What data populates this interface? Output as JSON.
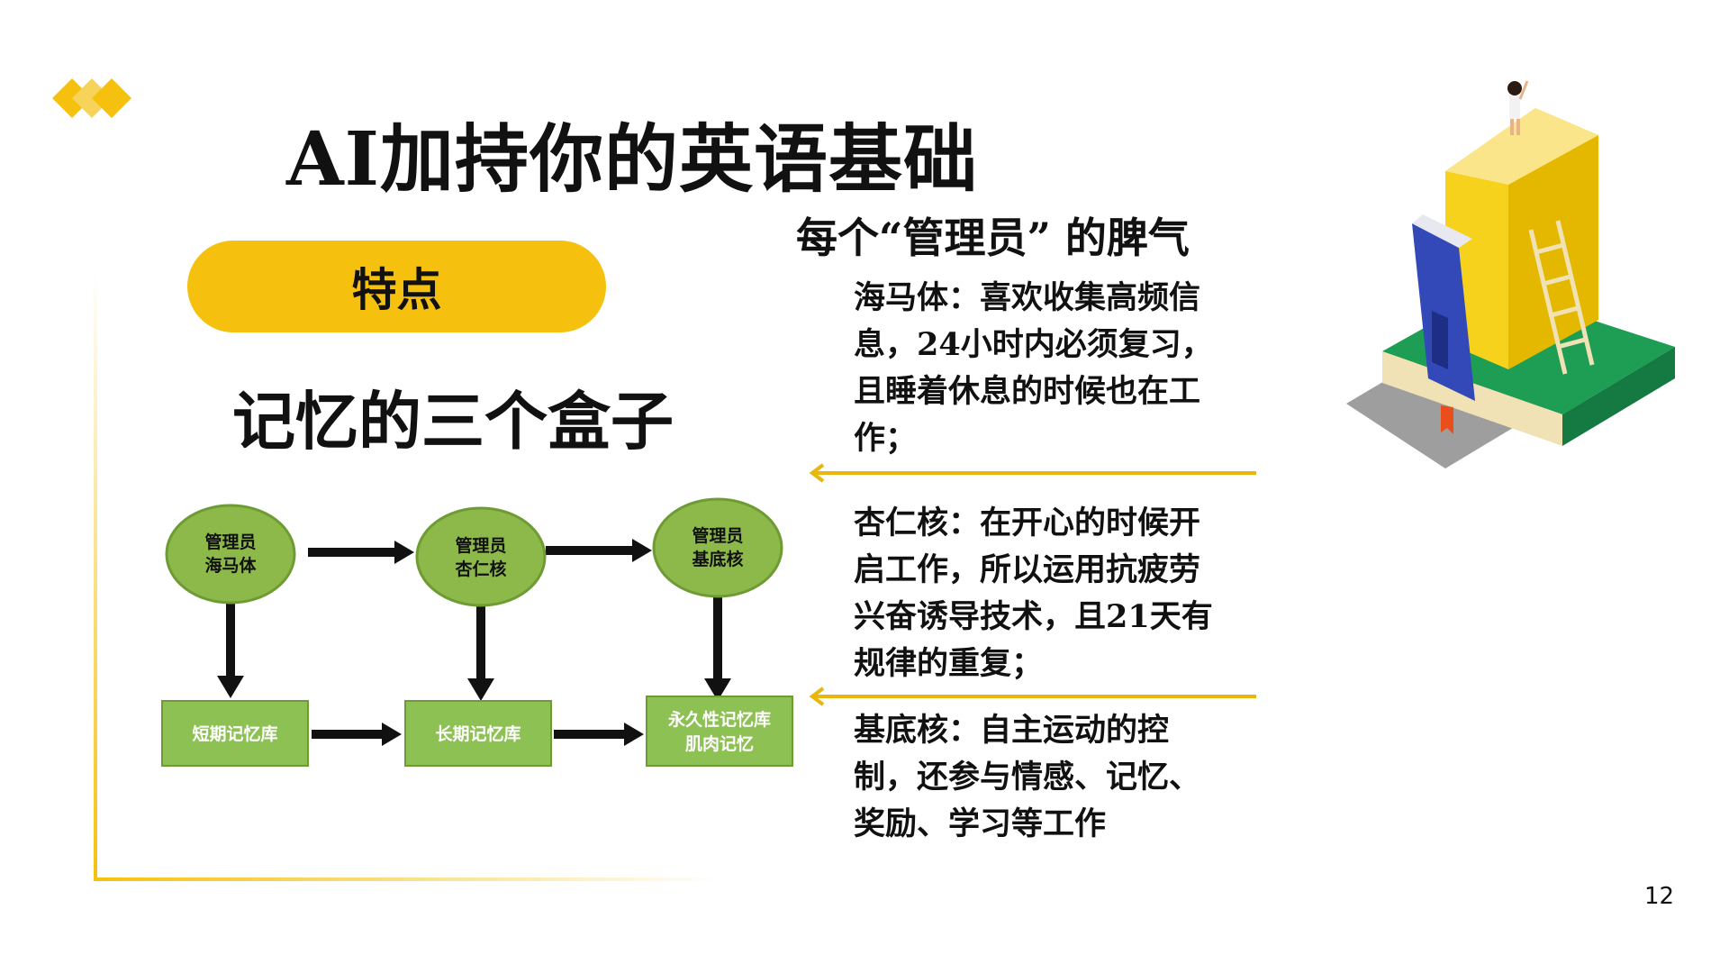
{
  "slide": {
    "title": "AI加持你的英语基础",
    "tag": "特点",
    "subtitle": "记忆的三个盒子",
    "page_number": "12"
  },
  "diagram": {
    "nodes": [
      {
        "line1": "管理员",
        "line2": "海马体"
      },
      {
        "line1": "管理员",
        "line2": "杏仁核"
      },
      {
        "line1": "管理员",
        "line2": "基底核"
      }
    ],
    "boxes": [
      {
        "line1": "短期记忆库",
        "line2": ""
      },
      {
        "line1": "长期记忆库",
        "line2": ""
      },
      {
        "line1": "永久性记忆库",
        "line2": "肌肉记忆"
      }
    ]
  },
  "right_panel": {
    "heading": "每个“管理员” 的脾气",
    "items": [
      {
        "text": "海马体：喜欢收集高频信息，24小时内必须复习，且睡着休息的时候也在工作；"
      },
      {
        "text": "杏仁核：在开心的时候开启工作，所以运用抗疲劳兴奋诱导技术，且21天有规律的重复；"
      },
      {
        "text": "基底核：自主运动的控制，还参与情感、记忆、奖励、学习等工作"
      }
    ]
  },
  "colors": {
    "accent_yellow": "#F5C10E",
    "node_green": "#8DB84A",
    "box_green": "#8DC153",
    "text": "#111111"
  },
  "icons": [
    "diamond-logo-icon",
    "books-illustration-icon",
    "arrow-left-icon"
  ]
}
